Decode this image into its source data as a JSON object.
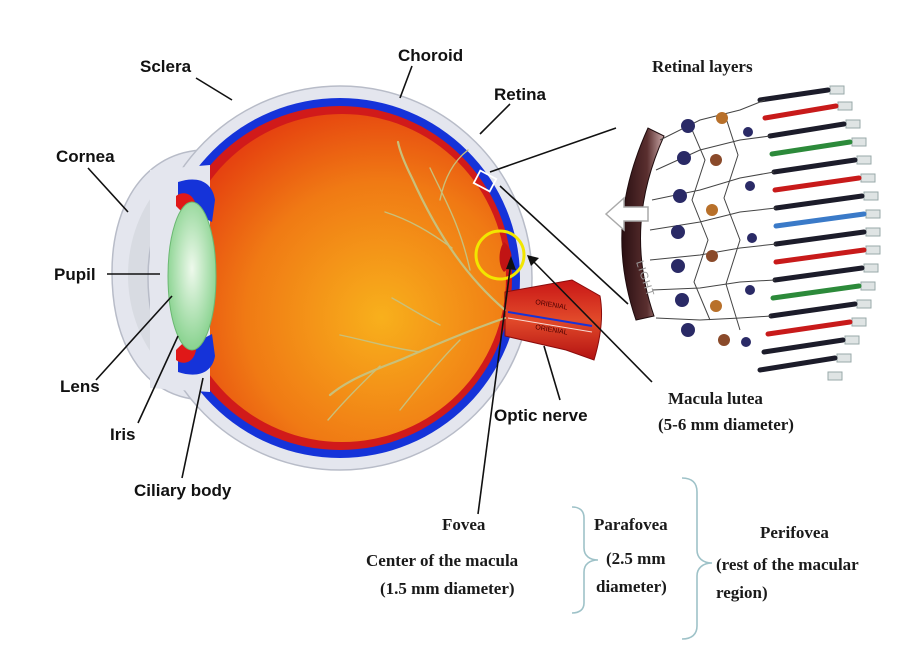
{
  "labels": {
    "sclera": "Sclera",
    "choroid": "Choroid",
    "retina": "Retina",
    "cornea": "Cornea",
    "pupil": "Pupil",
    "lens": "Lens",
    "iris": "Iris",
    "ciliary_body": "Ciliary body",
    "optic_nerve": "Optic nerve",
    "retinal_layers": "Retinal layers",
    "light": "LIGHT",
    "macula_lutea": "Macula lutea",
    "macula_lutea_size": "(5-6 mm diameter)",
    "fovea": "Fovea",
    "fovea_desc": "Center of the macula",
    "fovea_size": "(1.5 mm diameter)",
    "parafovea": "Parafovea",
    "parafovea_size_1": "(2.5 mm",
    "parafovea_size_2": "diameter)",
    "perifovea": "Perifovea",
    "perifovea_desc_1": "(rest of the macular",
    "perifovea_desc_2": "region)"
  },
  "colors": {
    "sclera": "#e4e6ee",
    "choroid": "#1533d9",
    "retina": "#d11a1a",
    "vitreous_center": "#f6a21a",
    "vitreous_edge": "#e3350f",
    "lens": "#bfe8bf",
    "macula_ring": "#f2e600",
    "vessels": "#c9c07a",
    "brace": "#9ec2c8"
  }
}
